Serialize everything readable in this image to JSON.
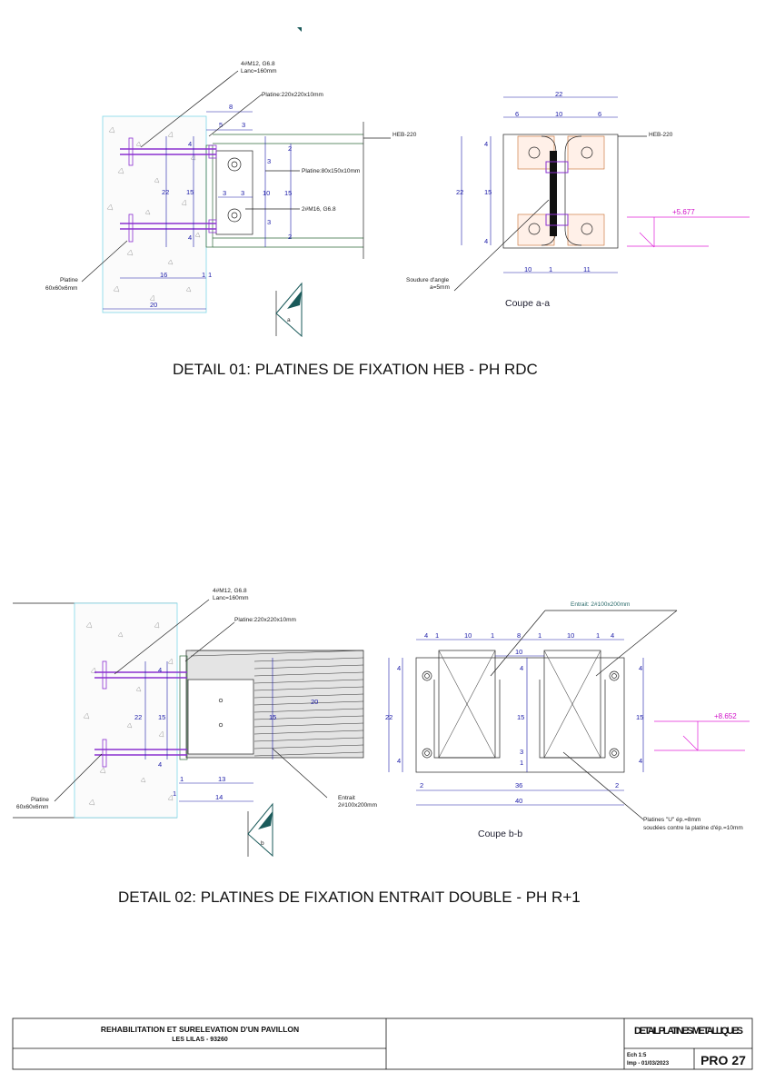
{
  "detail1": {
    "title": "DETAIL 01: PLATINES DE FIXATION HEB - PH RDC",
    "labels": {
      "bolts_top": "4#M12, G6.8",
      "bolts_len": "Lanc=160mm",
      "platine_big": "Platine:220x220x10mm",
      "heb_left": "HEB-220",
      "platine_small": "Platine:80x150x10mm",
      "bolts_m16": "2#M16, G6.8",
      "platine_anchor": "Platine",
      "platine_anchor_dim": "60x60x6mm",
      "heb_right": "HEB-220",
      "weld": "Soudure d'angle",
      "weld_dim": "a=5mm",
      "level": "+5.677",
      "section": "Coupe a-a",
      "marker": "a"
    },
    "dims": {
      "d8": "8",
      "d5": "5",
      "d3a": "3",
      "d4a": "4",
      "d2a": "2",
      "d3b": "3",
      "d22": "22",
      "d15a": "15",
      "d10": "10",
      "d15b": "15",
      "d3c": "3",
      "d3d": "3",
      "d3e": "3",
      "d4b": "4",
      "d2b": "2",
      "d16": "16",
      "d1a": "1",
      "d1b": "1",
      "d20": "20",
      "r22": "22",
      "r6a": "6",
      "r10": "10",
      "r6b": "6",
      "r4a": "4",
      "r22v": "22",
      "r15": "15",
      "r4b": "4",
      "r10b": "10",
      "r1": "1",
      "r11": "11"
    }
  },
  "detail2": {
    "title": "DETAIL 02: PLATINES DE FIXATION ENTRAIT DOUBLE - PH R+1",
    "labels": {
      "bolts_top": "4#M12, G6.8",
      "bolts_len": "Lanc=160mm",
      "platine_big": "Platine:220x220x10mm",
      "platine_anchor": "Platine",
      "platine_anchor_dim": "60x60x6mm",
      "entrait": "Entrait",
      "entrait_dim": "2#100x200mm",
      "entrait_right": "Entrait: 2#100x200mm",
      "level": "+8.652",
      "section": "Coupe b-b",
      "platines_u": "Platines \"U\" ép.=8mm",
      "platines_u2": "soudées contre la platine d'ép.=10mm",
      "marker": "b"
    },
    "dims": {
      "d4": "4",
      "d22": "22",
      "d15": "15",
      "d4b": "4",
      "d1": "1",
      "d13": "13",
      "d1b": "1",
      "d14": "14",
      "d15c": "15",
      "d20": "20",
      "t4a": "4",
      "t1a": "1",
      "t10a": "10",
      "t1b": "1",
      "t8": "8",
      "t1c": "1",
      "t10b": "10",
      "t1d": "1",
      "t4b": "4",
      "t10c": "10",
      "l4a": "4",
      "l22": "22",
      "l4b": "4",
      "m4": "4",
      "m15": "15",
      "m3": "3",
      "m1": "1",
      "r4a": "4",
      "r15": "15",
      "r4b": "4",
      "b2a": "2",
      "b36": "36",
      "b2b": "2",
      "b40": "40"
    }
  },
  "title_block": {
    "project": "REHABILITATION ET SURELEVATION D'UN PAVILLON",
    "location": "LES LILAS - 93260",
    "sheet_title": "DETAIL PLATINES METALLIQUES",
    "scale": "Ech 1:5",
    "date": "Imp - 01/03/2023",
    "sheet_number": "PRO 27"
  }
}
